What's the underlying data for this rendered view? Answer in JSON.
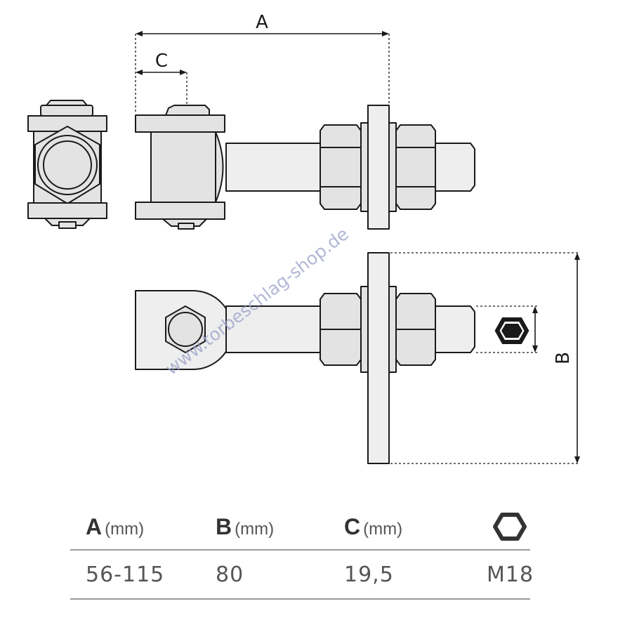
{
  "drawing": {
    "dimension_labels": {
      "a": "A",
      "b": "B",
      "c": "C"
    },
    "watermark": "www.torbeschlag-shop.de"
  },
  "table": {
    "headers": [
      {
        "letter": "A",
        "unit": "(mm)"
      },
      {
        "letter": "B",
        "unit": "(mm)"
      },
      {
        "letter": "C",
        "unit": "(mm)"
      }
    ],
    "hex_icon": "hexagon-nut-icon",
    "values": [
      "56-115",
      "80",
      "19,5",
      "M18"
    ]
  }
}
